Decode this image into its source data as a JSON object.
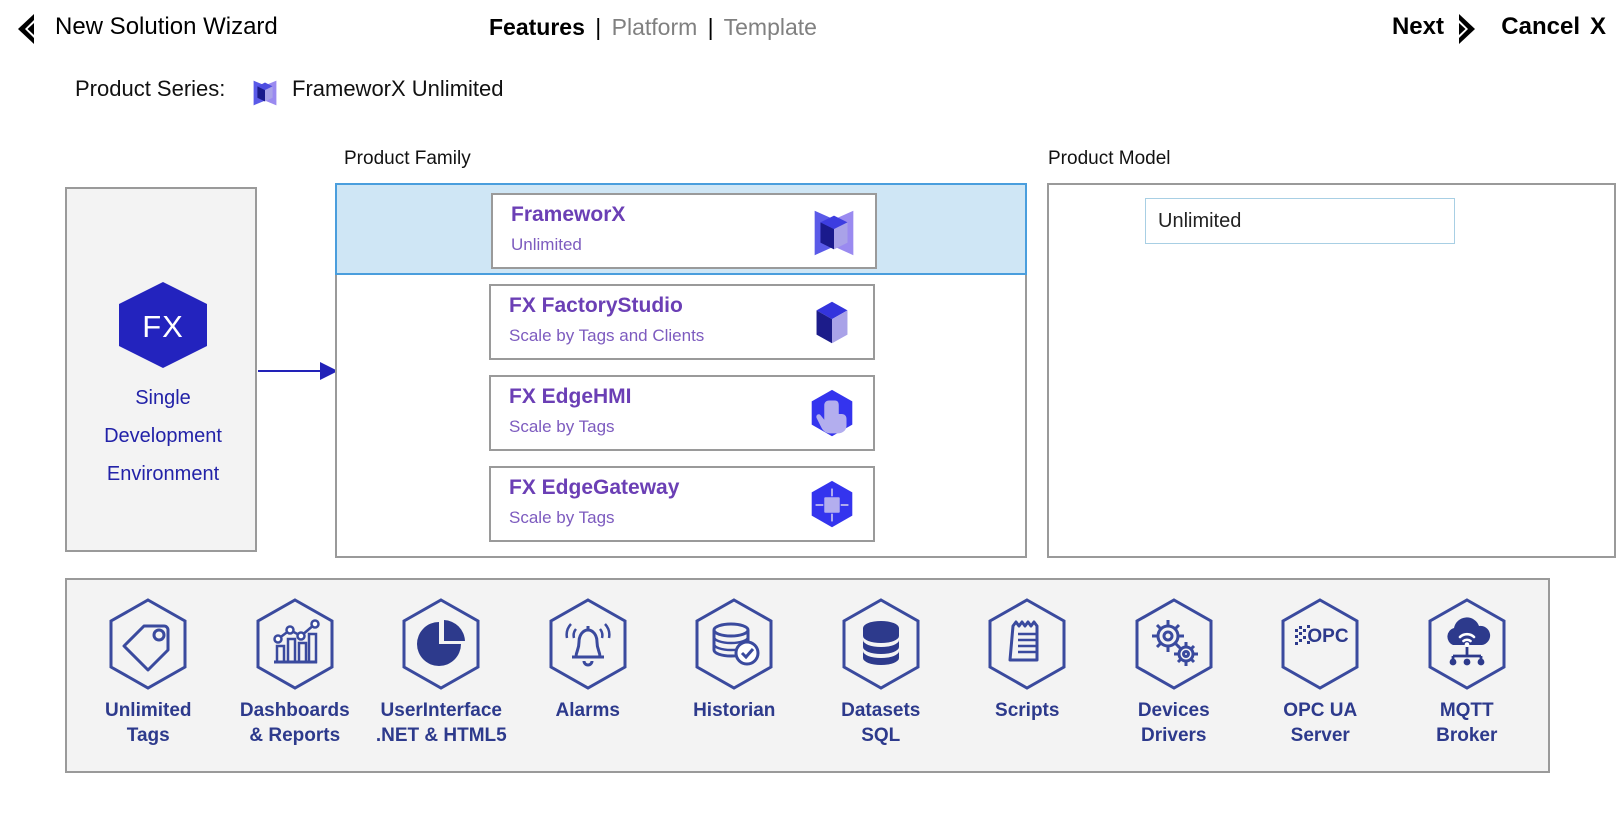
{
  "header": {
    "back_icon": "back-triangle-icon",
    "title": "New Solution Wizard",
    "nav": {
      "active": "Features",
      "sep1": "|",
      "item2": "Platform",
      "sep2": "|",
      "item3": "Template"
    },
    "next_label": "Next",
    "next_icon": "next-triangle-icon",
    "cancel_label": "Cancel",
    "cancel_x": "X"
  },
  "series": {
    "label": "Product Series:",
    "icon": "frameworx-cube-icon",
    "value": "FrameworX Unlimited"
  },
  "captions": {
    "product_family": "Product Family",
    "product_model": "Product Model"
  },
  "left_panel": {
    "logo_text": "FX",
    "line1": "Single",
    "line2": "Development",
    "line3": "Environment"
  },
  "product_family": {
    "rows": [
      {
        "name": "FrameworX",
        "sub": "Unlimited",
        "icon": "frameworx-cube-icon",
        "selected": true
      },
      {
        "name": "FX FactoryStudio",
        "sub": "Scale by Tags and Clients",
        "icon": "cube-icon",
        "selected": false
      },
      {
        "name": "FX EdgeHMI",
        "sub": "Scale by Tags",
        "icon": "hand-pointer-hex-icon",
        "selected": false
      },
      {
        "name": "FX EdgeGateway",
        "sub": "Scale by Tags",
        "icon": "gateway-hex-icon",
        "selected": false
      }
    ]
  },
  "product_model": {
    "value": "Unlimited"
  },
  "features": [
    {
      "icon": "tag-hex-icon",
      "line1": "Unlimited",
      "line2": "Tags"
    },
    {
      "icon": "chart-hex-icon",
      "line1": "Dashboards",
      "line2": "&  Reports"
    },
    {
      "icon": "piechart-hex-icon",
      "line1": "UserInterface",
      "line2": ".NET & HTML5"
    },
    {
      "icon": "bell-hex-icon",
      "line1": "Alarms",
      "line2": ""
    },
    {
      "icon": "database-check-hex-icon",
      "line1": "Historian",
      "line2": ""
    },
    {
      "icon": "database-hex-icon",
      "line1": "Datasets",
      "line2": "SQL"
    },
    {
      "icon": "script-hex-icon",
      "line1": "Scripts",
      "line2": ""
    },
    {
      "icon": "gears-hex-icon",
      "line1": "Devices",
      "line2": "Drivers"
    },
    {
      "icon": "opc-hex-icon",
      "line1": "OPC UA",
      "line2": "Server"
    },
    {
      "icon": "cloud-mqtt-hex-icon",
      "line1": "MQTT",
      "line2": "Broker"
    }
  ],
  "colors": {
    "accent_blue": "#2222b8",
    "purple": "#6b3fb5",
    "selected_bg": "#cfe6f5",
    "selected_border": "#4a9edd",
    "panel_border": "#9a9a9a",
    "feature_text": "#2d3a8c"
  }
}
